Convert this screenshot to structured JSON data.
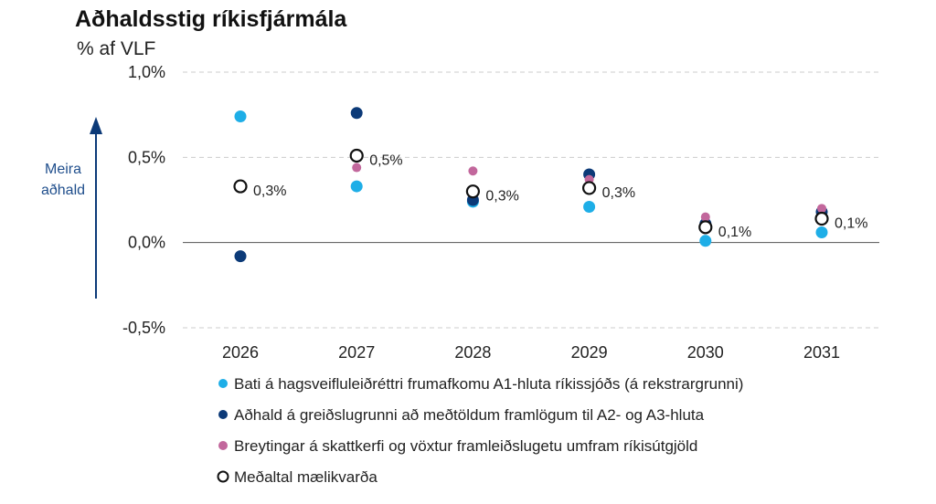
{
  "chart_data": {
    "type": "scatter",
    "title": "Aðhaldsstig ríkisfjármála",
    "subtitle": "% af VLF",
    "categories": [
      "2026",
      "2027",
      "2028",
      "2029",
      "2030",
      "2031"
    ],
    "y_ticks": [
      "1,0%",
      "0,5%",
      "0,0%",
      "-0,5%"
    ],
    "y_tick_values": [
      1.0,
      0.5,
      0.0,
      -0.5
    ],
    "ylim": [
      -0.5,
      1.0
    ],
    "grid": "horizontal dashed",
    "legend_position": "bottom",
    "annotation": [
      "Meira",
      "aðhald"
    ],
    "series": [
      {
        "name": "Bati á hagsveifluleiðréttri frumafkomu A1-hluta ríkissjóðs (á rekstrargrunni)",
        "color": "#1eaee7",
        "marker": "filled",
        "values": [
          0.74,
          0.33,
          0.24,
          0.21,
          0.01,
          0.06
        ]
      },
      {
        "name": "Aðhald á greiðslugrunni að meðtöldum framlögum til A2- og A3-hluta",
        "color": "#0c3a78",
        "marker": "filled",
        "values": [
          -0.08,
          0.76,
          0.25,
          0.4,
          0.11,
          0.18
        ]
      },
      {
        "name": "Breytingar á skattkerfi og vöxtur framleiðslugetu umfram ríkisútgjöld",
        "color": "#c2679c",
        "marker": "filled",
        "values": [
          null,
          0.44,
          0.42,
          0.37,
          0.15,
          0.2
        ]
      },
      {
        "name": "Meðaltal mælikvarða",
        "color": "#111111",
        "marker": "open",
        "values": [
          0.33,
          0.51,
          0.3,
          0.32,
          0.09,
          0.14
        ],
        "labels": [
          "0,3%",
          "0,5%",
          "0,3%",
          "0,3%",
          "0,1%",
          "0,1%"
        ]
      }
    ]
  }
}
